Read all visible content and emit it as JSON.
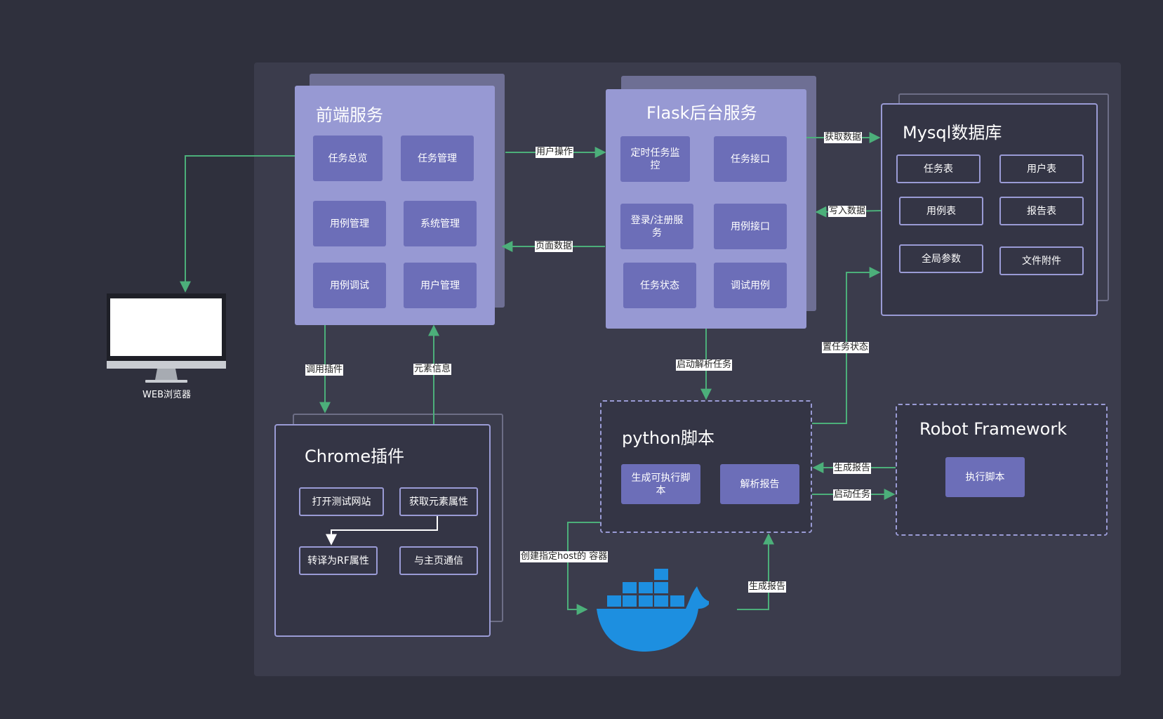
{
  "frontend": {
    "title": "前端服务",
    "buttons": [
      "任务总览",
      "任务管理",
      "用例管理",
      "系统管理",
      "用例调试",
      "用户管理"
    ]
  },
  "flask": {
    "title": "Flask后台服务",
    "buttons": [
      "定时任务监控",
      "任务接口",
      "登录/注册服务",
      "用例接口",
      "任务状态",
      "调试用例"
    ]
  },
  "mysql": {
    "title": "Mysql数据库",
    "buttons": [
      "任务表",
      "用户表",
      "用例表",
      "报告表",
      "全局参数",
      "文件附件"
    ]
  },
  "chrome": {
    "title": "Chrome插件",
    "buttons": [
      "打开测试网站",
      "获取元素属性",
      "转译为RF属性",
      "与主页通信"
    ]
  },
  "python": {
    "title": "python脚本",
    "buttons": [
      "生成可执行脚本",
      "解析报告"
    ]
  },
  "robot": {
    "title": "Robot Framework",
    "buttons": [
      "执行脚本"
    ]
  },
  "browser": {
    "caption": "WEB浏览器"
  },
  "edges": {
    "user_op": "用户操作",
    "page_data": "页面数据",
    "fetch_data": "获取数据",
    "write_data": "写入数据",
    "call_plugin": "调用插件",
    "element_info": "元素信息",
    "start_parse": "启动解析任务",
    "set_status": "置任务状态",
    "gen_report_robot": "生成报告",
    "start_task": "启动任务",
    "create_container": "创建指定host的 容器",
    "gen_report_docker": "生成报告"
  },
  "colors": {
    "background": "#2f303d",
    "panel": "#3b3c4c",
    "card": "#9799d3",
    "button": "#6c6eb8",
    "arrow": "#4caf7a",
    "docker": "#1d8fe0"
  }
}
